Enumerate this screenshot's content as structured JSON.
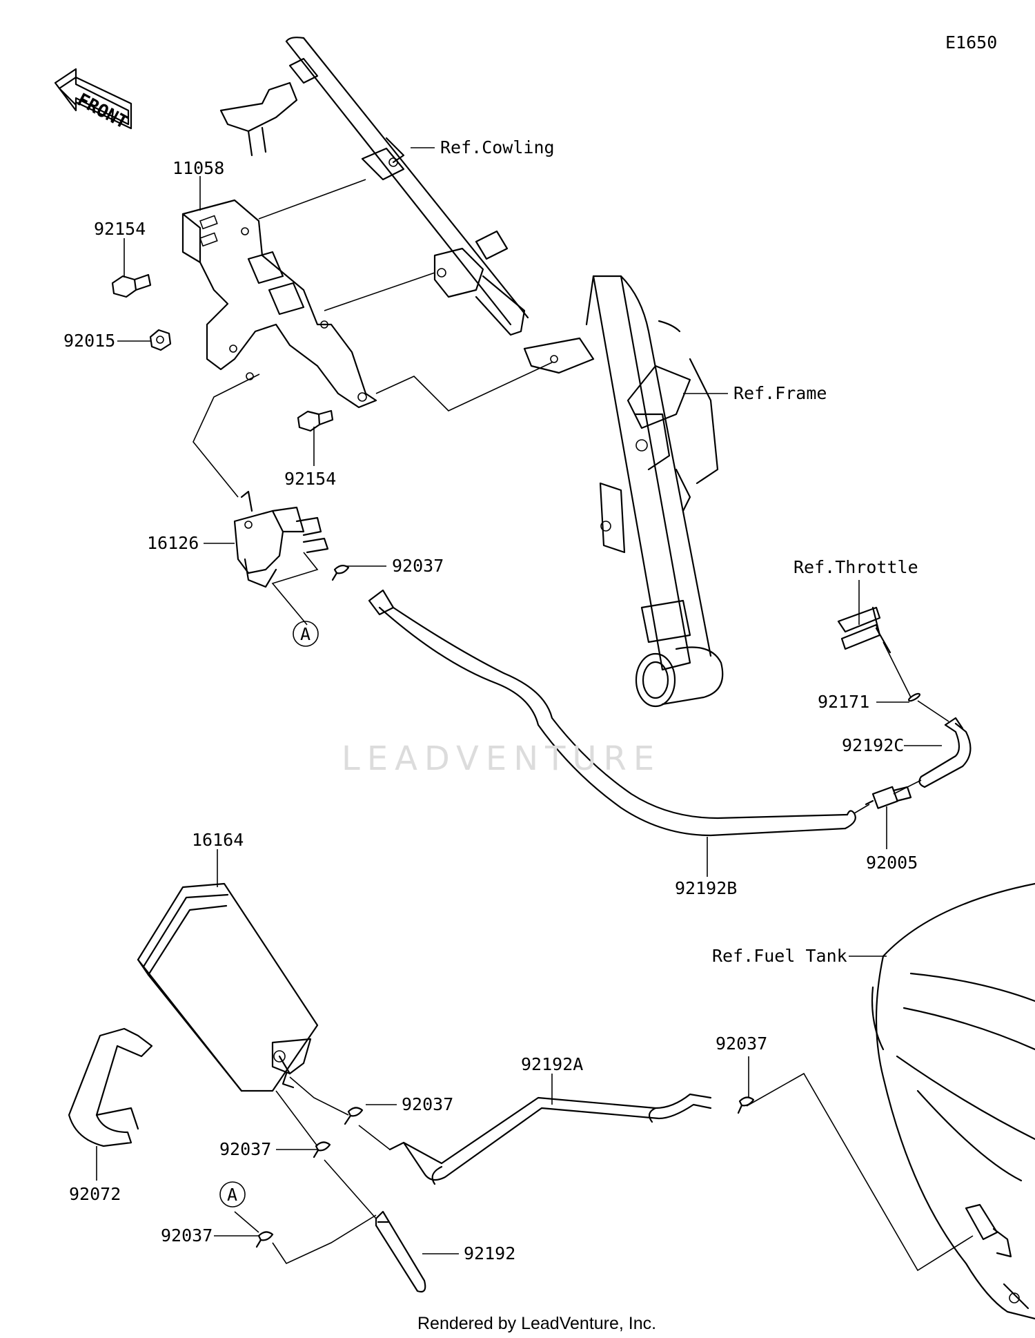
{
  "diagram_id": "E1650",
  "front_arrow_label": "FRONT",
  "watermark": "LEADVENTURE",
  "footer": "Rendered by LeadVenture, Inc.",
  "refs": {
    "cowling": "Ref.Cowling",
    "frame": "Ref.Frame",
    "throttle": "Ref.Throttle",
    "fuel_tank": "Ref.Fuel Tank"
  },
  "parts": {
    "p11058": "11058",
    "p92154_top": "92154",
    "p92015": "92015",
    "p92154_bottom": "92154",
    "p16126": "16126",
    "p92037_valve": "92037",
    "marker_a_top": "A",
    "p92171": "92171",
    "p92192c": "92192C",
    "p92005": "92005",
    "p92192b": "92192B",
    "p16164": "16164",
    "p92037_tank": "92037",
    "p92192a": "92192A",
    "p92037_canister": "92037",
    "p92037_lower": "92037",
    "marker_a_bottom": "A",
    "p92037_bottom": "92037",
    "p92072": "92072",
    "p92192": "92192"
  }
}
